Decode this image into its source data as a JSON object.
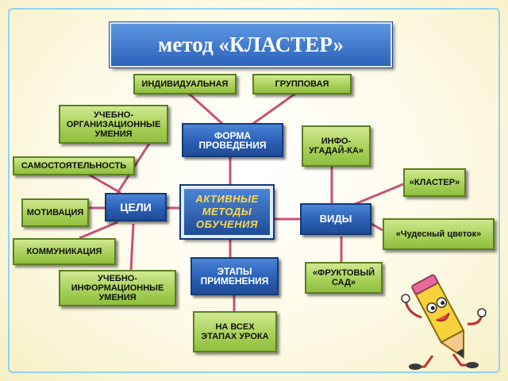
{
  "title": "метод «КЛАСТЕР»",
  "center": "АКТИВНЫЕ МЕТОДЫ ОБУЧЕНИЯ",
  "forma": "ФОРМА ПРОВЕДЕНИЯ",
  "tseli": "ЦЕЛИ",
  "vidy": "ВИДЫ",
  "etapy": "ЭТАПЫ ПРИМЕНЕНИЯ",
  "individual": "ИНДИВИДУАЛЬНАЯ",
  "group": "ГРУППОВАЯ",
  "uchebno_org": "УЧЕБНО-ОРГАНИЗАЦИОННЫЕ УМЕНИЯ",
  "samostoyatelnost": "САМОСТОЯТЕЛЬНОСТЬ",
  "motivatsiya": "МОТИВАЦИЯ",
  "kommunikatsiya": "КОММУНИКАЦИЯ",
  "uchebno_info": "УЧЕБНО-ИНФОРМАЦИОННЫЕ УМЕНИЯ",
  "info_ugaday": "ИНФО-УГАДАЙ-КА»",
  "klaster": "«КЛАСТЕР»",
  "tsvetok": "«Чудесный цветок»",
  "sad": "«ФРУКТОВЫЙ САД»",
  "na_vseh": "НА ВСЕХ ЭТАПАХ УРОКА",
  "colors": {
    "line": "#c8507a",
    "green": "#a9d15a",
    "blue": "#2a5fb5",
    "accent": "#ffd84a"
  },
  "icons": {
    "mascot": "pencil-mascot-icon"
  }
}
